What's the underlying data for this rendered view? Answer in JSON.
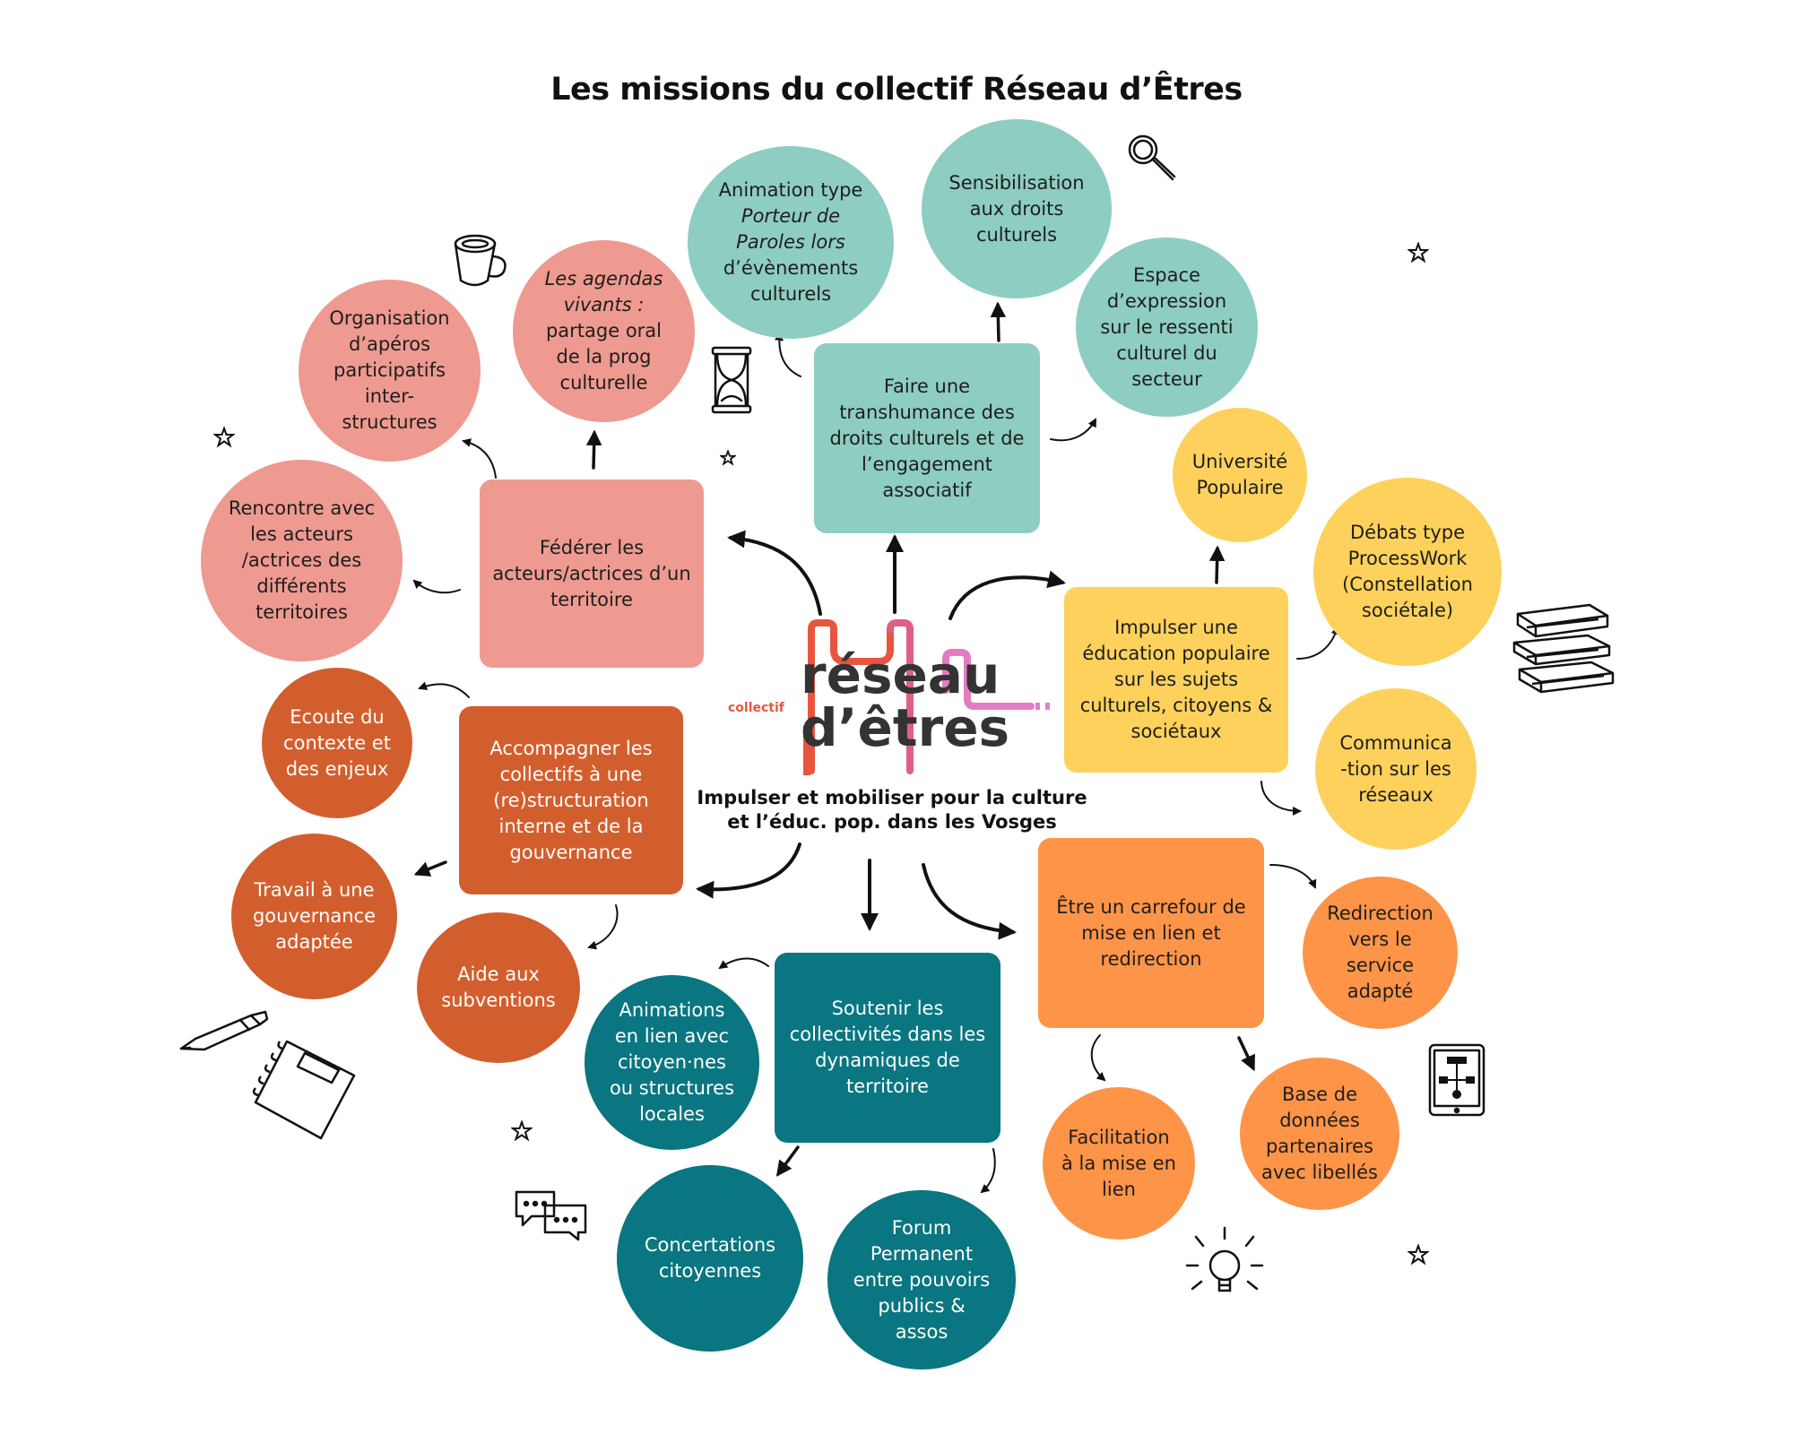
{
  "title": "Les missions du collectif Réseau d’Êtres",
  "logo": {
    "tag": "collectif",
    "line1": "réseau",
    "line2": "d’êtres"
  },
  "subtitle": {
    "line1": "Impulser et mobiliser pour la culture",
    "line2": "et l’éduc. pop. dans les Vosges"
  },
  "colors": {
    "pink": "#ee9a90",
    "teal": "#8ecdc1",
    "yellow": "#fdd15b",
    "rust": "#d35e2d",
    "orange": "#fe9448",
    "petrol": "#097681"
  },
  "missions": {
    "federer": [
      "Fédérer les",
      "acteurs/actrices d’un",
      "territoire"
    ],
    "transhumance": [
      "Faire une",
      "transhumance des",
      "droits culturels et de",
      "l’engagement",
      "associatif"
    ],
    "education": [
      "Impulser une",
      "éducation populaire",
      "sur les sujets",
      "culturels, citoyens &",
      "sociétaux"
    ],
    "accompagner": [
      "Accompagner les",
      "collectifs à une",
      "(re)structuration",
      "interne et de la",
      "gouvernance"
    ],
    "carrefour": [
      "Être un carrefour de",
      "mise en lien et",
      "redirection"
    ],
    "soutenir": [
      "Soutenir les",
      "collectivités dans les",
      "dynamiques de",
      "territoire"
    ]
  },
  "circles": {
    "aperos": [
      "Organisation",
      "d’apéros",
      "participatifs",
      "inter-",
      "structures"
    ],
    "agendas": [
      "Les agendas",
      "vivants :",
      "partage oral",
      "de la prog",
      "culturelle"
    ],
    "rencontre": [
      "Rencontre avec",
      "les acteurs",
      "/actrices des",
      "différents",
      "territoires"
    ],
    "porteur": [
      "Animation type",
      "Porteur de",
      "Paroles lors",
      "d’évènements",
      "culturels"
    ],
    "sensibilisation": [
      "Sensibilisation",
      "aux droits",
      "culturels"
    ],
    "espace": [
      "Espace",
      "d’expression",
      "sur le ressenti",
      "culturel du",
      "secteur"
    ],
    "universite": [
      "Université",
      "Populaire"
    ],
    "debats": [
      "Débats type",
      "ProcessWork",
      "(Constellation",
      "sociétale)"
    ],
    "communication": [
      "Communica",
      "-tion sur les",
      "réseaux"
    ],
    "ecoute": [
      "Ecoute du",
      "contexte et",
      "des enjeux"
    ],
    "travail": [
      "Travail à une",
      "gouvernance",
      "adaptée"
    ],
    "aide": [
      "Aide aux",
      "subventions"
    ],
    "animations": [
      "Animations",
      "en lien avec",
      "citoyen·nes",
      "ou structures",
      "locales"
    ],
    "concertations": [
      "Concertations",
      "citoyennes"
    ],
    "forum": [
      "Forum",
      "Permanent",
      "entre pouvoirs",
      "publics &",
      "assos"
    ],
    "redirection": [
      "Redirection",
      "vers le",
      "service",
      "adapté"
    ],
    "facilitation": [
      "Facilitation",
      "à la mise en",
      "lien"
    ],
    "base": [
      "Base de",
      "données",
      "partenaires",
      "avec libellés"
    ]
  },
  "icons": [
    "coffee-cup-icon",
    "hourglass-icon",
    "magnifier-icon",
    "books-icon",
    "pen-icon",
    "notebook-icon",
    "speech-bubbles-icon",
    "lightbulb-icon",
    "tablet-flowchart-icon",
    "star-icon"
  ]
}
